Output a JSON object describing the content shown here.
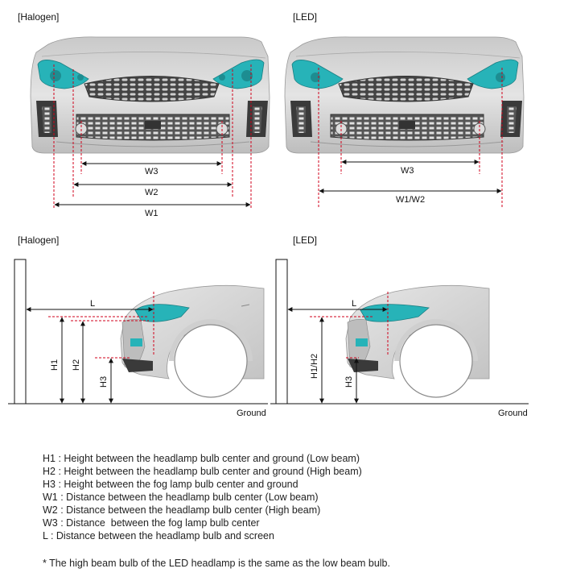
{
  "panels": {
    "top_left_title": "[Halogen]",
    "top_right_title": "[LED]",
    "bottom_left_title": "[Halogen]",
    "bottom_right_title": "[LED]"
  },
  "dimensions": {
    "w1": "W1",
    "w2": "W2",
    "w3": "W3",
    "w1_w2": "W1/W2",
    "h1": "H1",
    "h2": "H2",
    "h3": "H3",
    "h1_h2": "H1/H2",
    "l": "L",
    "ground": "Ground"
  },
  "legend": [
    "H1 : Height between the headlamp bulb center and ground (Low beam)",
    "H2 : Height between the headlamp bulb center and ground (High beam)",
    "H3 : Height between the fog lamp bulb center and ground",
    "W1 : Distance between the headlamp bulb center (Low beam)",
    "W2 : Distance between the headlamp bulb center (High beam)",
    "W3 : Distance  between the fog lamp bulb center",
    "L : Distance between the headlamp bulb and screen"
  ],
  "note": "* The high beam bulb of the LED headlamp is the same as the low beam bulb.",
  "colors": {
    "dash": "#d0021b",
    "lamp": "#27b3b8",
    "body": "#d9d9d9",
    "grille": "#4a4a4a"
  }
}
